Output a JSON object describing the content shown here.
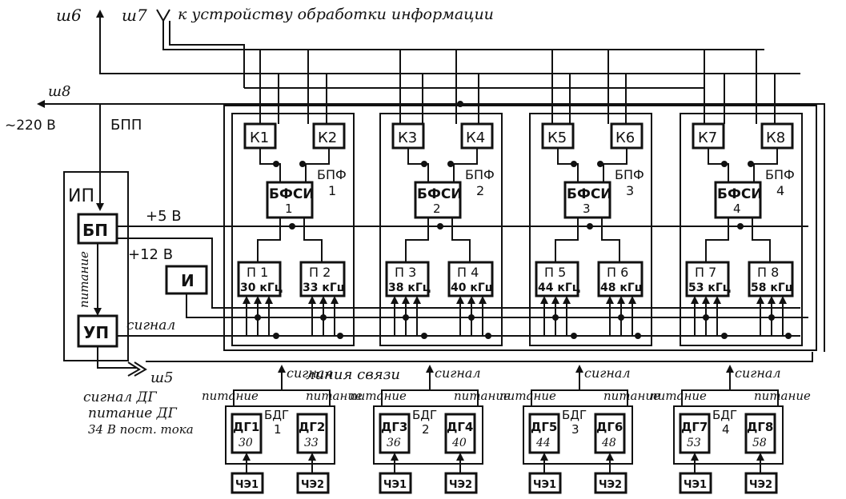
{
  "header": {
    "bus_w6": "ш6",
    "bus_w7": "ш7",
    "title": "к устройству обработки информации"
  },
  "left": {
    "bus_w8": "ш8",
    "mains": "~220 В",
    "bpp": "БПП",
    "ip": "ИП",
    "bp": "БП",
    "up": "УП",
    "i": "И",
    "v5": "+5 В",
    "v12": "+12 В",
    "pitanie": "питание",
    "signal": "сигнал",
    "bus_w5": "ш5"
  },
  "groups": [
    {
      "k1": "К1",
      "k2": "К2",
      "bfsi": "БФСИ",
      "bfsi_n": "1",
      "bpf": "БПФ",
      "bpf_n": "1",
      "p1": "П 1",
      "p1_f": "30 кГц",
      "p2": "П 2",
      "p2_f": "33 кГц",
      "bdg": "БДГ",
      "bdg_n": "1",
      "dg1": "ДГ1",
      "dg1_n": "30",
      "dg2": "ДГ2",
      "dg2_n": "33",
      "ce1": "ЧЭ1",
      "ce2": "ЧЭ2"
    },
    {
      "k1": "К3",
      "k2": "К4",
      "bfsi": "БФСИ",
      "bfsi_n": "2",
      "bpf": "БПФ",
      "bpf_n": "2",
      "p1": "П 3",
      "p1_f": "38 кГц",
      "p2": "П 4",
      "p2_f": "40 кГц",
      "bdg": "БДГ",
      "bdg_n": "2",
      "dg1": "ДГ3",
      "dg1_n": "36",
      "dg2": "ДГ4",
      "dg2_n": "40",
      "ce1": "ЧЭ1",
      "ce2": "ЧЭ2"
    },
    {
      "k1": "К5",
      "k2": "К6",
      "bfsi": "БФСИ",
      "bfsi_n": "3",
      "bpf": "БПФ",
      "bpf_n": "3",
      "p1": "П 5",
      "p1_f": "44 кГц",
      "p2": "П 6",
      "p2_f": "48 кГц",
      "bdg": "БДГ",
      "bdg_n": "3",
      "dg1": "ДГ5",
      "dg1_n": "44",
      "dg2": "ДГ6",
      "dg2_n": "48",
      "ce1": "ЧЭ1",
      "ce2": "ЧЭ2"
    },
    {
      "k1": "К7",
      "k2": "К8",
      "bfsi": "БФСИ",
      "bfsi_n": "4",
      "bpf": "БПФ",
      "bpf_n": "4",
      "p1": "П 7",
      "p1_f": "53 кГц",
      "p2": "П 8",
      "p2_f": "58 кГц",
      "bdg": "БДГ",
      "bdg_n": "4",
      "dg1": "ДГ7",
      "dg1_n": "53",
      "dg2": "ДГ8",
      "dg2_n": "58",
      "ce1": "ЧЭ1",
      "ce2": "ЧЭ2"
    }
  ],
  "bottom": {
    "line": "линия связи",
    "signal": "сигнал",
    "pitanie": "питание",
    "legend1": "сигнал ДГ",
    "legend2": "питание ДГ",
    "legend3": "34 В пост. тока"
  }
}
